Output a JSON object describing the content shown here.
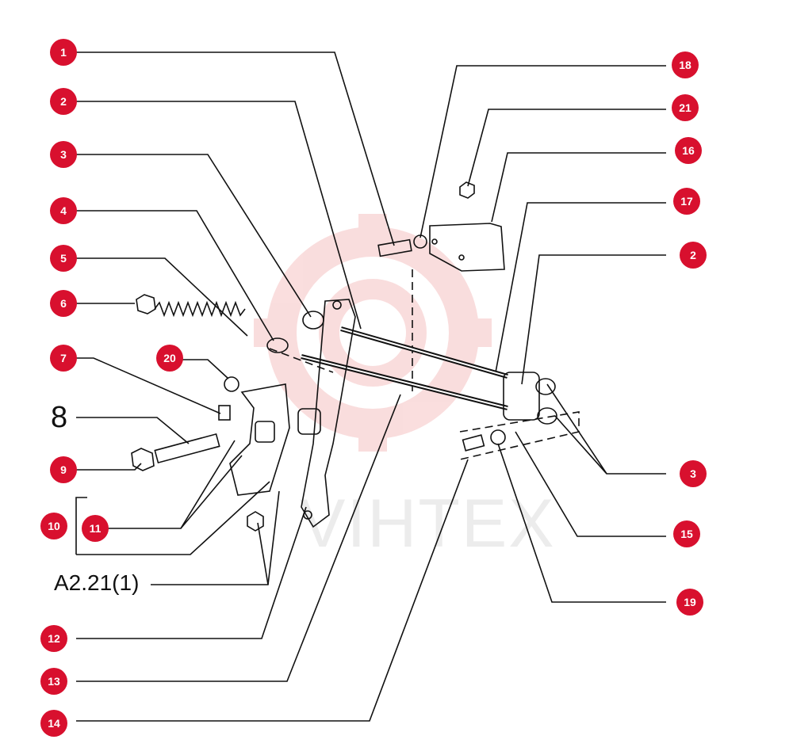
{
  "colors": {
    "badge": "#d8102e",
    "line": "#111111",
    "watermark": "#f6c9c9"
  },
  "watermark": {
    "text": "VIHTEX"
  },
  "callouts": {
    "c1": "1",
    "c2": "2",
    "c3": "3",
    "c4": "4",
    "c5": "5",
    "c6": "6",
    "c7": "7",
    "c9": "9",
    "c10": "10",
    "c11": "11",
    "c12": "12",
    "c13": "13",
    "c14": "14",
    "c15": "15",
    "c16": "16",
    "c17": "17",
    "c18": "18",
    "c19": "19",
    "c20": "20",
    "c21": "21",
    "c2b": "2",
    "c3b": "3"
  },
  "labels": {
    "eight": "8",
    "ref": "A2.21(1)"
  }
}
